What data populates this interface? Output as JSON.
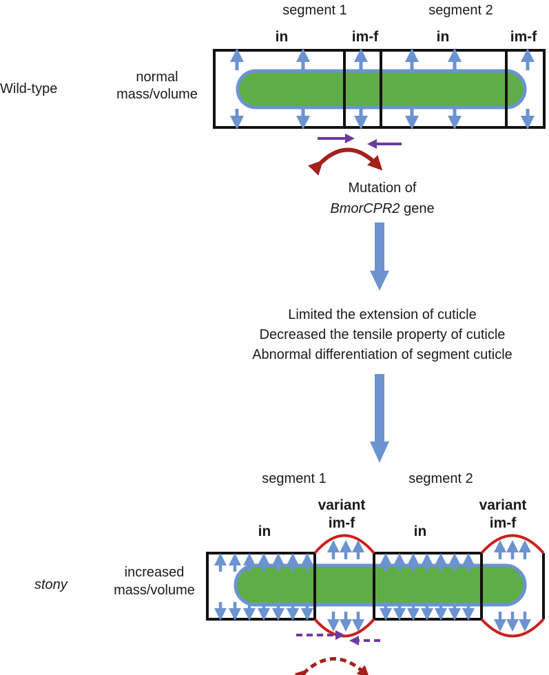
{
  "wildtype": {
    "row_label": "Wild-type",
    "mass_line1": "normal",
    "mass_line2": "mass/volume",
    "segment1_label": "segment 1",
    "segment2_label": "segment 2",
    "in_label": "in",
    "imf_label": "im-f"
  },
  "mutation": {
    "line1": "Mutation of",
    "gene": "BmorCPR2",
    "gene_suffix": " gene"
  },
  "effects": {
    "line1": "Limited the extension of cuticle",
    "line2": "Decreased the tensile property of cuticle",
    "line3": "Abnormal differentiation of segment cuticle"
  },
  "stony": {
    "row_label": "stony",
    "mass_line1": "increased",
    "mass_line2": "mass/volume",
    "segment1_label": "segment 1",
    "segment2_label": "segment 2",
    "in_label": "in",
    "variant_label": "variant",
    "imf_label": "im-f"
  },
  "colors": {
    "body_fill": "#5fad46",
    "body_outline": "#6b93d0",
    "arrow_blue": "#6b93d0",
    "purple": "#6e3aa0",
    "dark_red": "#a3201b",
    "red_outline": "#cc1f1f",
    "box_black": "#111111"
  }
}
